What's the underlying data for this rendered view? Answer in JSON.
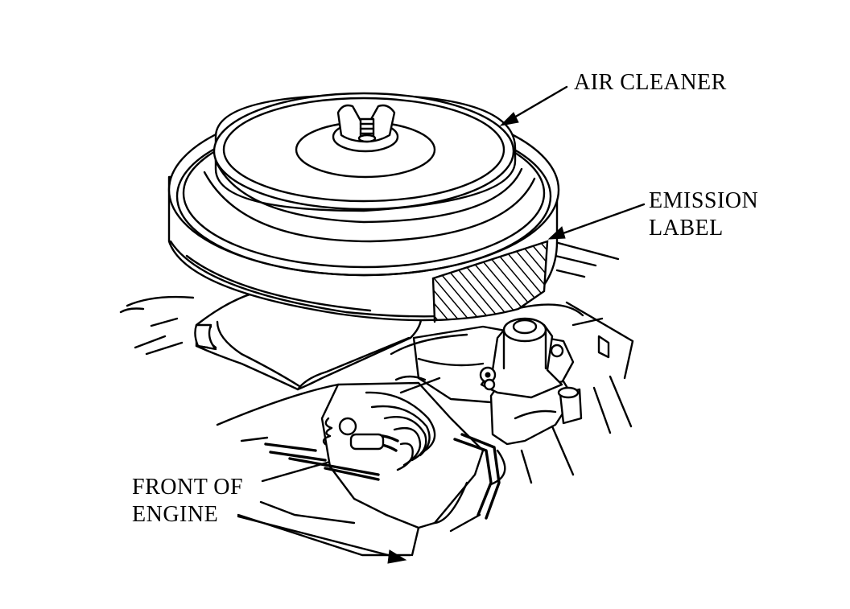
{
  "labels": {
    "air_cleaner": "AIR CLEANER",
    "emission_line1": "EMISSION",
    "emission_line2": "LABEL",
    "front_line1": "FRONT OF",
    "front_line2": "ENGINE"
  },
  "colors": {
    "ink": "#000000",
    "paper": "#ffffff"
  }
}
